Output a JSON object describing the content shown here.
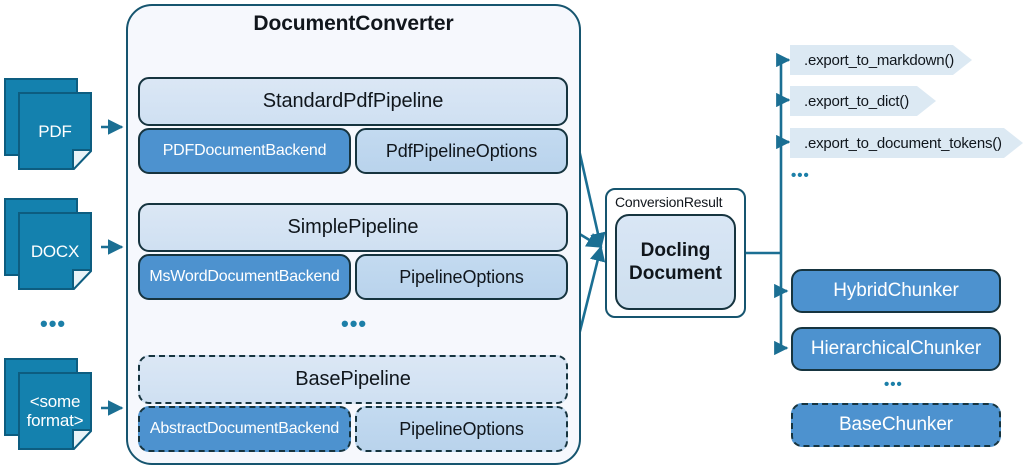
{
  "title": "DocumentConverter",
  "colors": {
    "doc_icon_fill": "#1481ae",
    "doc_icon_stroke": "#0d5d80",
    "container_fill": "#f6f8fd",
    "container_stroke": "#16556f",
    "pipeline_header_fill": "#d5e3f3",
    "backend_fill": "#4d92cf",
    "options_fill": "#bed6ee",
    "callout_fill": "#dce9f3",
    "chunker_fill": "#4d92cf",
    "connector": "#1b6f93",
    "ellipsis": "#1c7fa8"
  },
  "inputs": [
    {
      "label": "PDF"
    },
    {
      "label": "DOCX"
    },
    {
      "label": "<some\nformat>",
      "line1": "<some",
      "line2": "format>"
    }
  ],
  "inputs_ellipsis": "•••",
  "pipelines": [
    {
      "name": "StandardPdfPipeline",
      "backend": "PDFDocumentBackend",
      "options": "PdfPipelineOptions",
      "abstract": false
    },
    {
      "name": "SimplePipeline",
      "backend": "MsWordDocumentBackend",
      "options": "PipelineOptions",
      "abstract": false
    },
    {
      "name": "BasePipeline",
      "backend": "AbstractDocumentBackend",
      "options": "PipelineOptions",
      "abstract": true
    }
  ],
  "pipelines_ellipsis": "•••",
  "conversion_result": {
    "label": "ConversionResult",
    "document_line1": "Docling",
    "document_line2": "Document"
  },
  "exports": [
    {
      "label": ".export_to_markdown()"
    },
    {
      "label": ".export_to_dict()"
    },
    {
      "label": ".export_to_document_tokens()"
    }
  ],
  "exports_ellipsis": "•••",
  "chunkers": [
    {
      "label": "HybridChunker",
      "abstract": false
    },
    {
      "label": "HierarchicalChunker",
      "abstract": false
    },
    {
      "label": "BaseChunker",
      "abstract": true
    }
  ],
  "chunkers_ellipsis": "•••"
}
